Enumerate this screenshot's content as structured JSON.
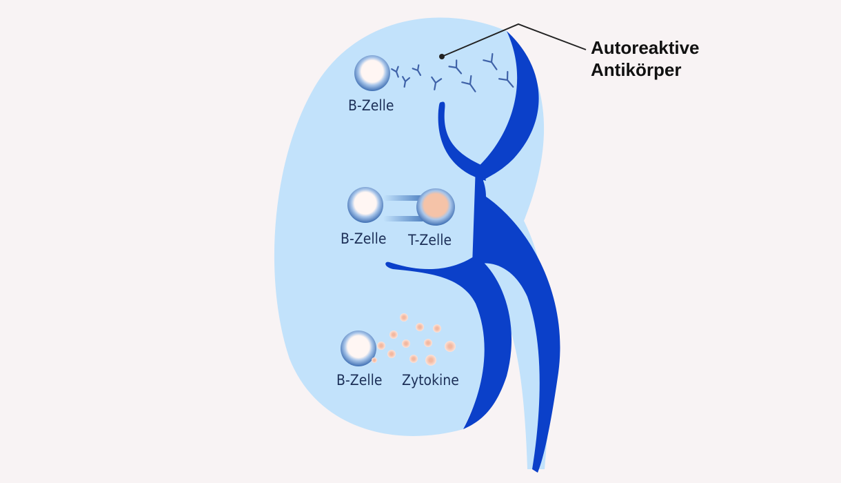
{
  "title_callout": {
    "line1": "Autoreaktive",
    "line2": "Antikörper"
  },
  "groups": [
    {
      "cell_label": "B-Zelle"
    },
    {
      "cell_label": "B-Zelle",
      "partner_label": "T-Zelle"
    },
    {
      "cell_label": "B-Zelle",
      "partner_label": "Zytokine"
    }
  ],
  "colors": {
    "background": "#f8f3f4",
    "kidney": "#c2e2fb",
    "pelvis": "#0b40c9",
    "cell": "#4d7fc0",
    "tcell": "#f5c3a8"
  }
}
